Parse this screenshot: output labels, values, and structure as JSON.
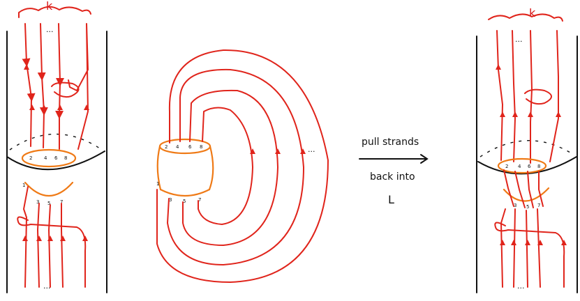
{
  "colors": {
    "strand": "#e0241b",
    "cup": "#ef7a16",
    "ink": "#111111",
    "background": "#ffffff"
  },
  "labels": {
    "k_left": "k",
    "k_right": "k",
    "dots": "...",
    "arrow_line1": "pull strands",
    "arrow_line2": "back into",
    "arrow_line3": "L",
    "num_1": "1",
    "num_2": "2",
    "num_3": "3",
    "num_4": "4",
    "num_5": "5",
    "num_6": "6",
    "num_7": "7",
    "num_8": "8"
  }
}
